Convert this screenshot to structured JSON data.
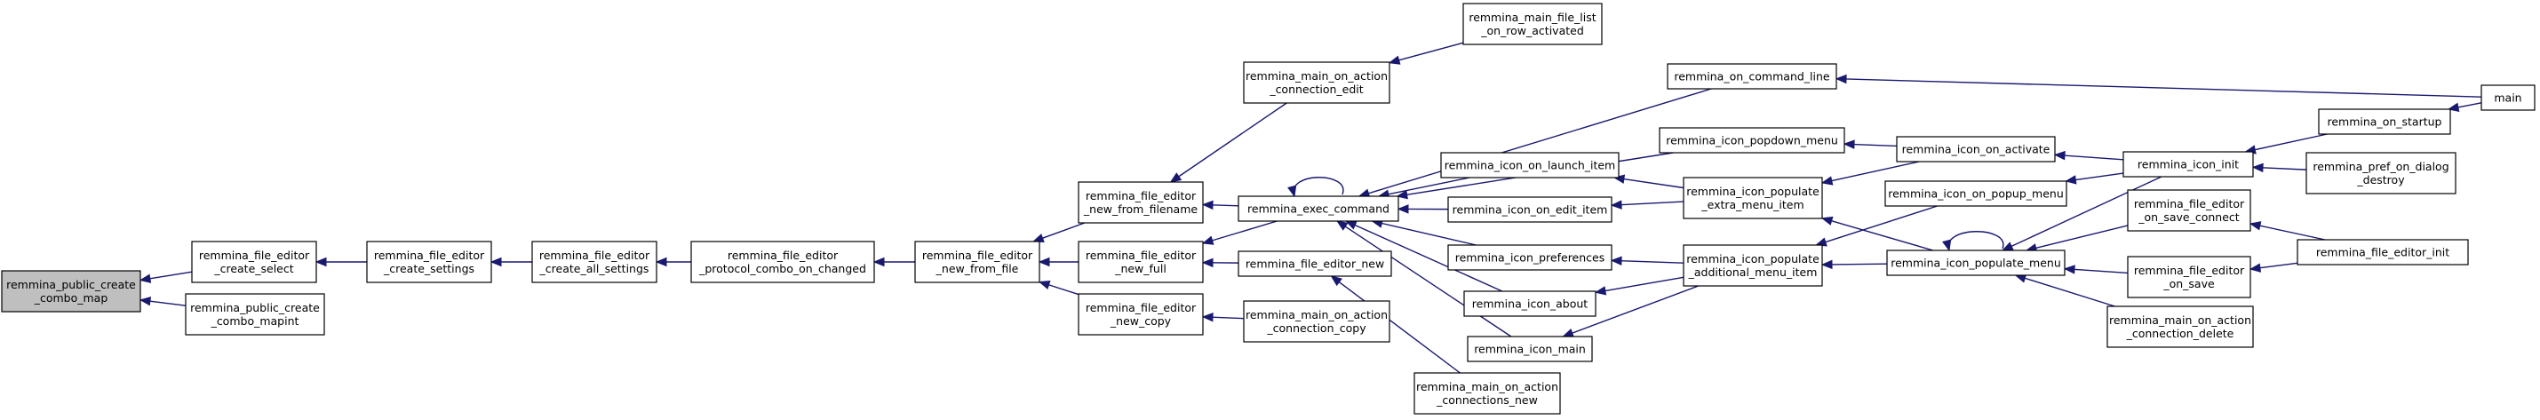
{
  "graph": {
    "title": "",
    "edge_color": "#191970",
    "root_fill": "#bfbfbf",
    "nodes": [
      {
        "id": "root",
        "lines": [
          "remmina_public_create",
          "_combo_map"
        ],
        "root": true
      },
      {
        "id": "fe_create_select",
        "lines": [
          "remmina_file_editor",
          "_create_select"
        ]
      },
      {
        "id": "pub_create_combo_mapint",
        "lines": [
          "remmina_public_create",
          "_combo_mapint"
        ]
      },
      {
        "id": "fe_create_settings",
        "lines": [
          "remmina_file_editor",
          "_create_settings"
        ]
      },
      {
        "id": "fe_create_all_settings",
        "lines": [
          "remmina_file_editor",
          "_create_all_settings"
        ]
      },
      {
        "id": "fe_protocol_combo_changed",
        "lines": [
          "remmina_file_editor",
          "_protocol_combo_on_changed"
        ]
      },
      {
        "id": "fe_new_from_file",
        "lines": [
          "remmina_file_editor",
          "_new_from_file"
        ]
      },
      {
        "id": "fe_new_from_filename",
        "lines": [
          "remmina_file_editor",
          "_new_from_filename"
        ]
      },
      {
        "id": "fe_new_full",
        "lines": [
          "remmina_file_editor",
          "_new_full"
        ]
      },
      {
        "id": "fe_new_copy",
        "lines": [
          "remmina_file_editor",
          "_new_copy"
        ]
      },
      {
        "id": "main_on_action_connection_edit",
        "lines": [
          "remmina_main_on_action",
          "_connection_edit"
        ]
      },
      {
        "id": "main_file_list_on_row_activated",
        "lines": [
          "remmina_main_file_list",
          "_on_row_activated"
        ]
      },
      {
        "id": "exec_command",
        "lines": [
          "remmina_exec_command"
        ]
      },
      {
        "id": "file_editor_new",
        "lines": [
          "remmina_file_editor_new"
        ]
      },
      {
        "id": "main_on_action_connection_copy",
        "lines": [
          "remmina_main_on_action",
          "_connection_copy"
        ]
      },
      {
        "id": "main_on_action_connections_new",
        "lines": [
          "remmina_main_on_action",
          "_connections_new"
        ]
      },
      {
        "id": "on_command_line",
        "lines": [
          "remmina_on_command_line"
        ]
      },
      {
        "id": "icon_popdown_menu",
        "lines": [
          "remmina_icon_popdown_menu"
        ]
      },
      {
        "id": "icon_on_launch_item",
        "lines": [
          "remmina_icon_on_launch_item"
        ]
      },
      {
        "id": "icon_on_edit_item",
        "lines": [
          "remmina_icon_on_edit_item"
        ]
      },
      {
        "id": "icon_preferences",
        "lines": [
          "remmina_icon_preferences"
        ]
      },
      {
        "id": "icon_about",
        "lines": [
          "remmina_icon_about"
        ]
      },
      {
        "id": "icon_main",
        "lines": [
          "remmina_icon_main"
        ]
      },
      {
        "id": "icon_populate_extra_menu_item",
        "lines": [
          "remmina_icon_populate",
          "_extra_menu_item"
        ]
      },
      {
        "id": "icon_populate_additional_menu_item",
        "lines": [
          "remmina_icon_populate",
          "_additional_menu_item"
        ]
      },
      {
        "id": "icon_on_activate",
        "lines": [
          "remmina_icon_on_activate"
        ]
      },
      {
        "id": "icon_on_popup_menu",
        "lines": [
          "remmina_icon_on_popup_menu"
        ]
      },
      {
        "id": "icon_populate_menu",
        "lines": [
          "remmina_icon_populate_menu"
        ]
      },
      {
        "id": "icon_init",
        "lines": [
          "remmina_icon_init"
        ]
      },
      {
        "id": "fe_on_save_connect",
        "lines": [
          "remmina_file_editor",
          "_on_save_connect"
        ]
      },
      {
        "id": "fe_on_save",
        "lines": [
          "remmina_file_editor",
          "_on_save"
        ]
      },
      {
        "id": "main_on_action_connection_delete",
        "lines": [
          "remmina_main_on_action",
          "_connection_delete"
        ]
      },
      {
        "id": "on_startup",
        "lines": [
          "remmina_on_startup"
        ]
      },
      {
        "id": "pref_on_dialog_destroy",
        "lines": [
          "remmina_pref_on_dialog",
          "_destroy"
        ]
      },
      {
        "id": "fe_init",
        "lines": [
          "remmina_file_editor_init"
        ]
      },
      {
        "id": "main",
        "lines": [
          "main"
        ]
      }
    ],
    "edges": [
      [
        "fe_create_select",
        "root"
      ],
      [
        "pub_create_combo_mapint",
        "root"
      ],
      [
        "fe_create_settings",
        "fe_create_select"
      ],
      [
        "fe_create_all_settings",
        "fe_create_settings"
      ],
      [
        "fe_protocol_combo_changed",
        "fe_create_all_settings"
      ],
      [
        "fe_new_from_file",
        "fe_protocol_combo_changed"
      ],
      [
        "fe_new_from_filename",
        "fe_new_from_file"
      ],
      [
        "fe_new_full",
        "fe_new_from_file"
      ],
      [
        "fe_new_copy",
        "fe_new_from_file"
      ],
      [
        "main_on_action_connection_edit",
        "fe_new_from_filename"
      ],
      [
        "exec_command",
        "fe_new_from_filename"
      ],
      [
        "main_file_list_on_row_activated",
        "main_on_action_connection_edit"
      ],
      [
        "exec_command",
        "fe_new_full"
      ],
      [
        "file_editor_new",
        "fe_new_full"
      ],
      [
        "main_on_action_connection_copy",
        "fe_new_copy"
      ],
      [
        "main_on_action_connections_new",
        "file_editor_new"
      ],
      [
        "exec_command",
        "exec_command"
      ],
      [
        "on_command_line",
        "exec_command"
      ],
      [
        "icon_popdown_menu",
        "exec_command"
      ],
      [
        "icon_on_launch_item",
        "exec_command"
      ],
      [
        "icon_on_edit_item",
        "exec_command"
      ],
      [
        "icon_preferences",
        "exec_command"
      ],
      [
        "icon_about",
        "exec_command"
      ],
      [
        "icon_main",
        "exec_command"
      ],
      [
        "main",
        "on_command_line"
      ],
      [
        "icon_on_activate",
        "icon_popdown_menu"
      ],
      [
        "icon_populate_extra_menu_item",
        "icon_on_launch_item"
      ],
      [
        "icon_populate_extra_menu_item",
        "icon_on_edit_item"
      ],
      [
        "icon_populate_additional_menu_item",
        "icon_preferences"
      ],
      [
        "icon_populate_additional_menu_item",
        "icon_about"
      ],
      [
        "icon_populate_additional_menu_item",
        "icon_main"
      ],
      [
        "icon_on_activate",
        "icon_populate_extra_menu_item"
      ],
      [
        "icon_populate_menu",
        "icon_populate_extra_menu_item"
      ],
      [
        "icon_on_popup_menu",
        "icon_populate_additional_menu_item"
      ],
      [
        "icon_populate_menu",
        "icon_populate_additional_menu_item"
      ],
      [
        "icon_init",
        "icon_on_activate"
      ],
      [
        "icon_init",
        "icon_on_popup_menu"
      ],
      [
        "icon_populate_menu",
        "icon_populate_menu"
      ],
      [
        "icon_init",
        "icon_populate_menu"
      ],
      [
        "fe_on_save_connect",
        "icon_populate_menu"
      ],
      [
        "fe_on_save",
        "icon_populate_menu"
      ],
      [
        "main_on_action_connection_delete",
        "icon_populate_menu"
      ],
      [
        "on_startup",
        "icon_init"
      ],
      [
        "pref_on_dialog_destroy",
        "icon_init"
      ],
      [
        "main",
        "on_startup"
      ],
      [
        "fe_init",
        "fe_on_save_connect"
      ],
      [
        "fe_init",
        "fe_on_save"
      ]
    ]
  }
}
